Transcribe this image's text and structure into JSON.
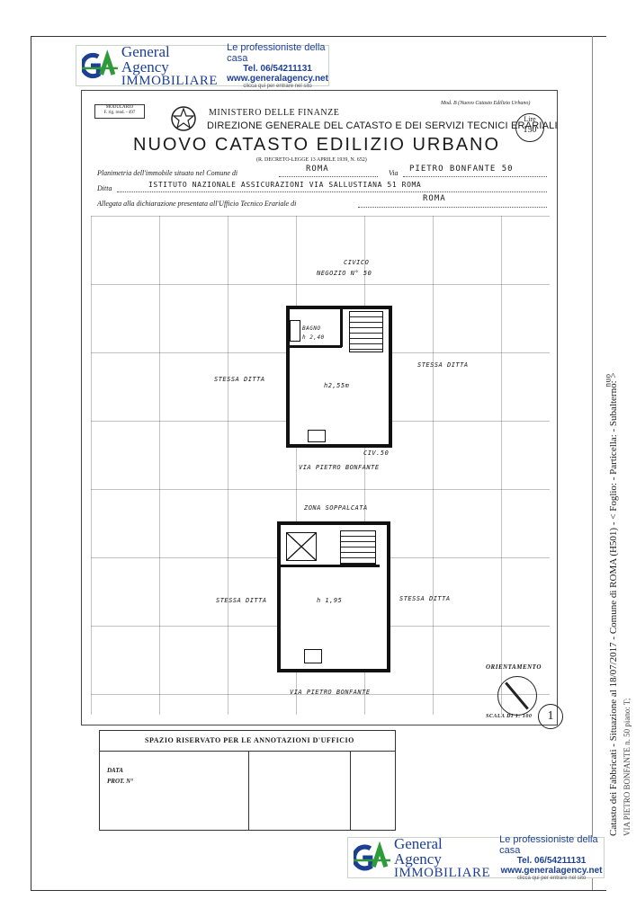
{
  "banner": {
    "brand_line1": "General Agency",
    "brand_line2": "IMMOBILIARE",
    "tagline": "Le professioniste della casa",
    "phone": "Tel. 06/54211131",
    "website": "www.generalagency.net",
    "note": "clicca qui per entrare nel sito",
    "brand_color": "#1c3f94",
    "accent_color": "#2f9a3a"
  },
  "form": {
    "modulario": "MODULARIO",
    "modulario_code": "F. rig. rend. - 497",
    "mod_b": "Mod. B (Nuovo Catasto Edilizio Urbano)",
    "ministry": "MINISTERO DELLE FINANZE",
    "direzione": "DIREZIONE GENERALE DEL CATASTO E DEI SERVIZI TECNICI ERARIALI",
    "title": "NUOVO CATASTO EDILIZIO URBANO",
    "decreto": "(R. DECRETO-LEGGE 13 APRILE 1939, N. 652)",
    "lire_label": "Lire",
    "lire_value": "150",
    "planimetria_label": "Planimetria dell'immobile situato nel Comune di",
    "comune_value": "ROMA",
    "via_label": "Via",
    "via_value": "PIETRO BONFANTE 50",
    "ditta_label": "Ditta",
    "ditta_value": "ISTITUTO NAZIONALE ASSICURAZIONI VIA SALLUSTIANA 51 ROMA",
    "allegata_label": "Allegata alla dichiarazione presentata all'Ufficio Tecnico Erariale di",
    "allegata_value": "ROMA"
  },
  "plan": {
    "civico": "CIVICO",
    "negozio": "NEGOZIO N° 50",
    "bagno": "BAGNO",
    "bagno_h": "h 2,40",
    "height_ground": "h2,55m",
    "stessa_ditta_left": "STESSA DITTA",
    "stessa_ditta_right": "STESSA DITTA",
    "civ_50": "CIV.50",
    "street_upper": "VIA PIETRO BONFANTE",
    "zona": "ZONA SOPPALCATA",
    "stessa_ditta_left2": "STESSA DITTA",
    "stessa_ditta_right2": "STESSA DITTA",
    "height_mezzanine": "h 1,95",
    "street_lower": "VIA PIETRO BONFANTE",
    "orientamento": "ORIENTAMENTO",
    "scala": "SCALA DI 1: 100",
    "sheet_number": "1"
  },
  "annotations": {
    "title": "SPAZIO RISERVATO PER LE ANNOTAZIONI D'UFFICIO",
    "data_label": "DATA",
    "prot_label": "PROT. N°"
  },
  "side": {
    "line1": "Catasto dei Fabbricati - Situazione al 18/07/2017 - Comune di ROMA (H501) - < Foglio: - Particella: - Subalterno: >",
    "line2": "VIA PIETRO BONFANTE n. 50 piano: T;",
    "stamp": "nuo"
  }
}
